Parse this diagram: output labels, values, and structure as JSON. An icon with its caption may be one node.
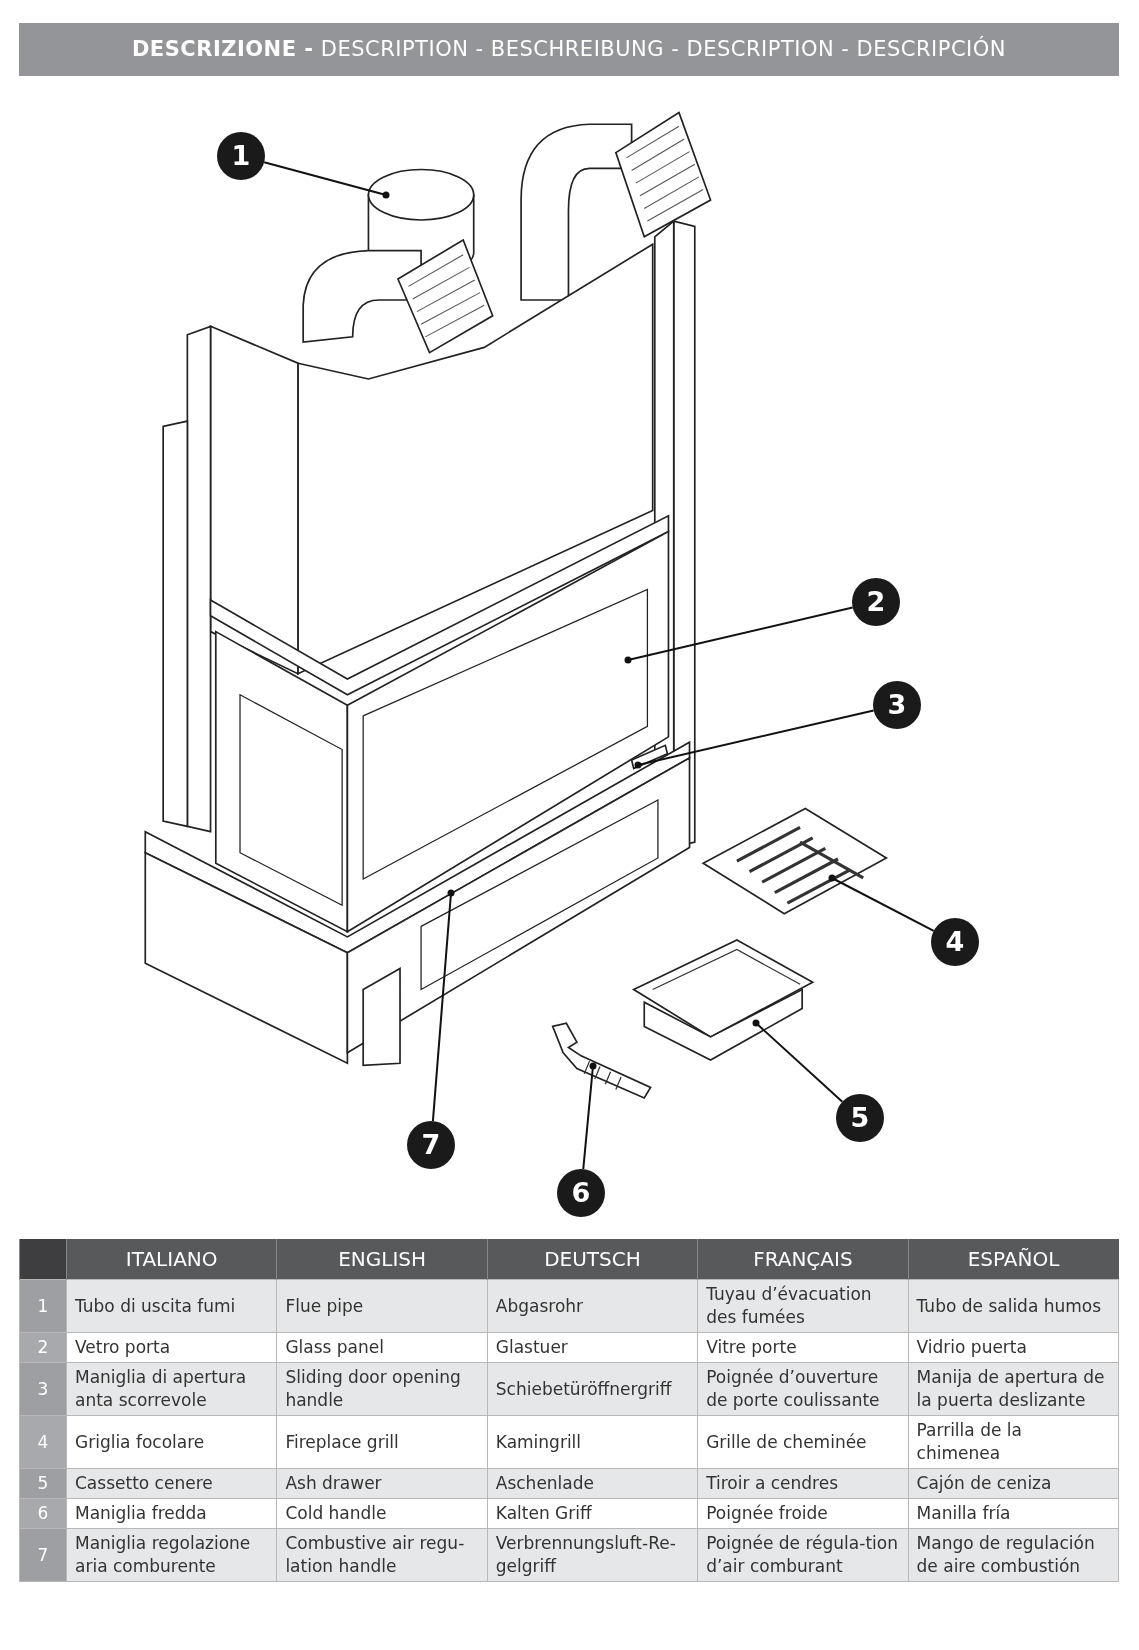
{
  "diagram": {
    "title": "**DESCRIZIONE -** DESCRIPTION - BESCHREIBUNG - DESCRIPTION - DESCRIPCIÓN",
    "nodes": [
      {
        "text": [
          "1"
        ]
      },
      {
        "text": [
          "2"
        ]
      },
      {
        "text": [
          "3"
        ]
      },
      {
        "text": [
          "4"
        ]
      },
      {
        "text": [
          "5"
        ]
      },
      {
        "text": [
          "6"
        ]
      },
      {
        "text": [
          "7"
        ]
      },
      {
        "text": [],
        "shape": "picture"
      },
      {
        "text": [],
        "shape": "picture"
      },
      {
        "text": [],
        "shape": "picture"
      }
    ],
    "edges": [
      {
        "from": 0,
        "to": null,
        "arrow": "other"
      },
      {
        "from": 1,
        "to": null,
        "arrow": "other"
      },
      {
        "from": 2,
        "to": null,
        "arrow": "other"
      },
      {
        "from": 3,
        "to": 7,
        "arrow": "other"
      },
      {
        "from": 4,
        "to": 8,
        "arrow": "other"
      },
      {
        "from": 5,
        "to": 9,
        "arrow": "other"
      },
      {
        "from": 6,
        "to": null,
        "arrow": "other"
      }
    ],
    "labels": [
      "ITALIANO",
      "ENGLISH",
      "DEUTSCH",
      "FRANÇAIS",
      "ESPAÑOL",
      "1",
      "Tubo di uscita fumi",
      "Flue pipe",
      "Abgasrohr",
      "Tuyau d’évacuation des fumées",
      "Tubo de salida humos",
      "2",
      "Vetro porta",
      "Glass panel",
      "Glastuer",
      "Vitre porte",
      "Vidrio puerta",
      "3",
      "Maniglia di apertura anta scorrevole",
      "Sliding door opening handle",
      "Schiebetüröffnergriff",
      "Poignée d’ouverture de porte coulissante",
      "Manija de apertura de la puerta deslizante",
      "4",
      "Griglia focolare",
      "Fireplace grill",
      "Kamingrill",
      "Grille de cheminée",
      "Parrilla de la chimenea",
      "5",
      "Cassetto cenere",
      "Ash drawer",
      "Aschenlade",
      "Tiroir a cendres",
      "Cajón de ceniza",
      "6",
      "Maniglia fredda",
      "Cold handle",
      "Kalten Griff",
      "Poignée froide",
      "Manilla fría",
      "7",
      "Maniglia regolazione aria comburente",
      "Combustive air regu-lation handle",
      "Verbrennungsluft-Re-gelgriff",
      "Poignée de régula-tion d’air comburant",
      "Mango de regulación de aire combustión"
    ]
  }
}
